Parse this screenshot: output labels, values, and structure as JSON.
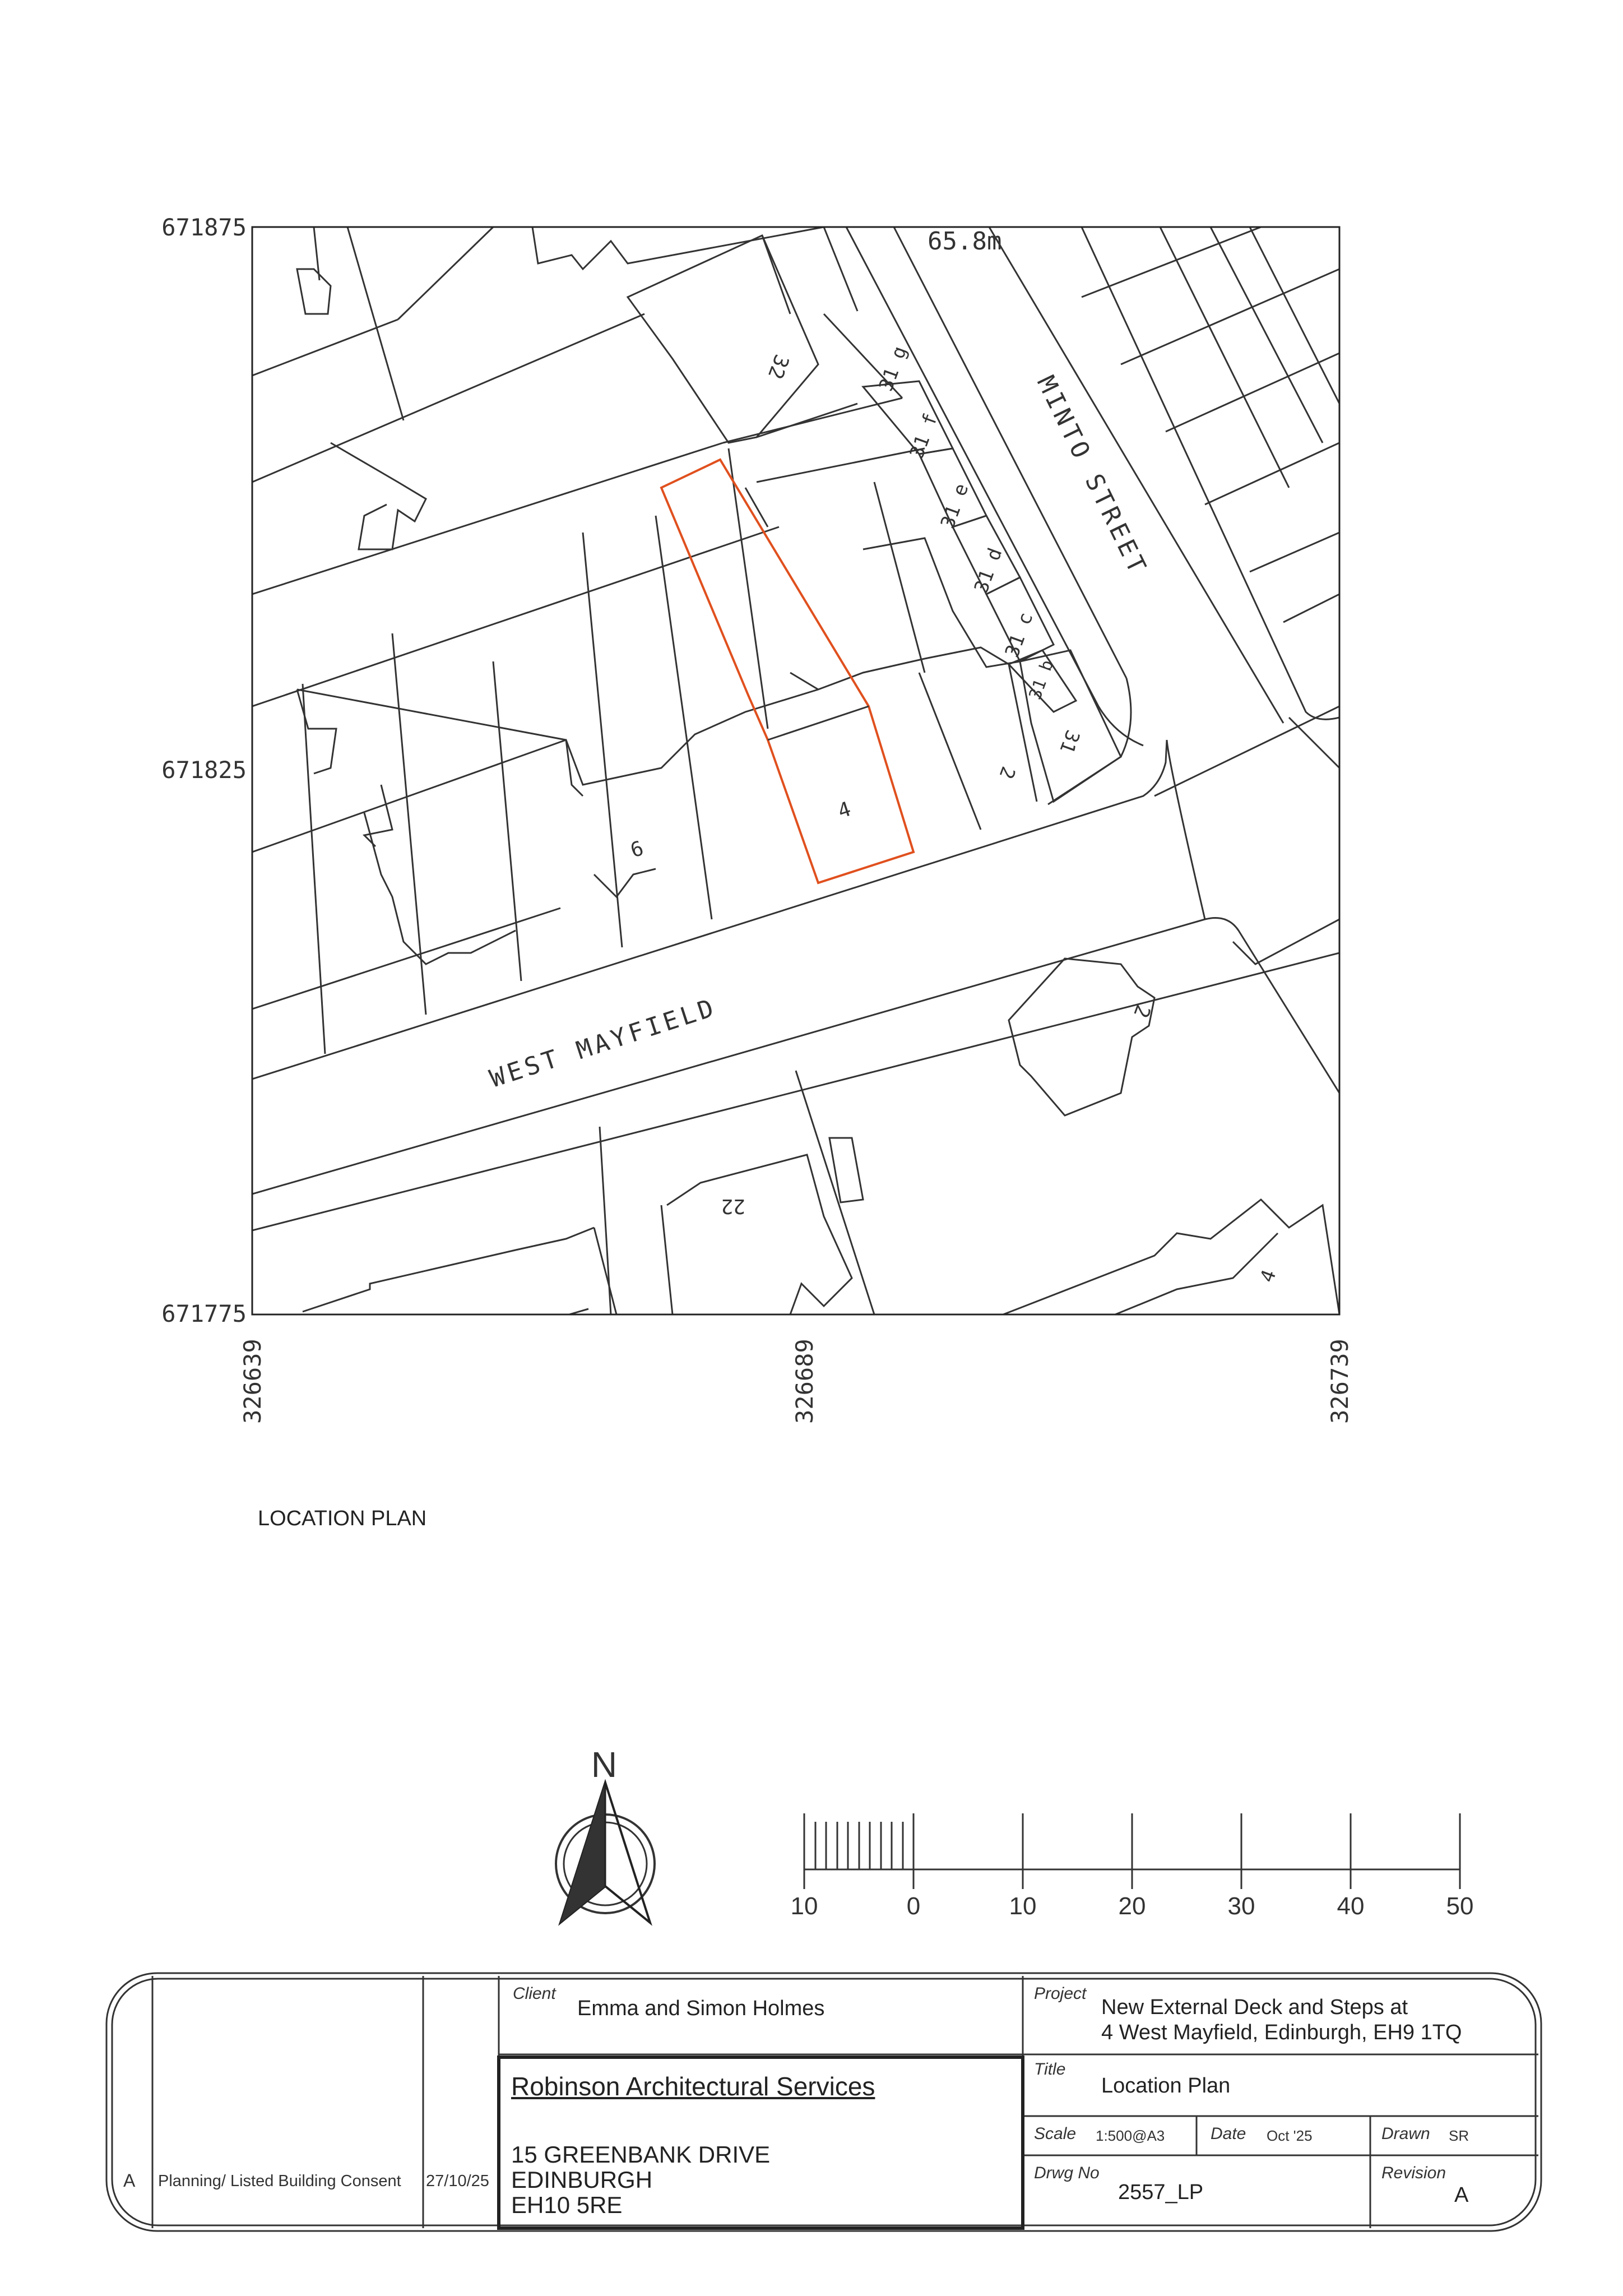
{
  "map": {
    "northing_labels": [
      "671875",
      "671825",
      "671775"
    ],
    "easting_labels": [
      "326639",
      "326689",
      "326739"
    ],
    "spot_height": "65.8m",
    "streets": {
      "minto": "MINTO STREET",
      "west_mayfield": "WEST MAYFIELD"
    },
    "house_numbers": [
      "32",
      "31 g",
      "31 f",
      "31 e",
      "31 d",
      "31 c",
      "31 b",
      "31",
      "2",
      "4",
      "6",
      "2",
      "22",
      "4"
    ],
    "site_outline_color": "#e0501e"
  },
  "location_plan_title": "LOCATION PLAN",
  "north_letter": "N",
  "scale_bar": {
    "labels": [
      "10",
      "0",
      "10",
      "20",
      "30",
      "40",
      "50"
    ]
  },
  "title_block": {
    "revision_row": {
      "rev": "A",
      "description": "Planning/ Listed Building Consent",
      "date": "27/10/25"
    },
    "client_label": "Client",
    "client_name": "Emma and Simon Holmes",
    "firm": "Robinson Architectural Services",
    "address": [
      "15 GREENBANK DRIVE",
      "EDINBURGH",
      "EH10 5RE"
    ],
    "project_label": "Project",
    "project_lines": [
      "New External Deck and Steps at",
      "4 West Mayfield, Edinburgh, EH9 1TQ"
    ],
    "title_label": "Title",
    "title_value": "Location Plan",
    "scale_label": "Scale",
    "scale_value": "1:500@A3",
    "date_label": "Date",
    "date_value": "Oct '25",
    "drawn_label": "Drawn",
    "drawn_value": "SR",
    "drwg_label": "Drwg No",
    "drwg_value": "2557_LP",
    "revision_label": "Revision",
    "revision_value": "A"
  }
}
